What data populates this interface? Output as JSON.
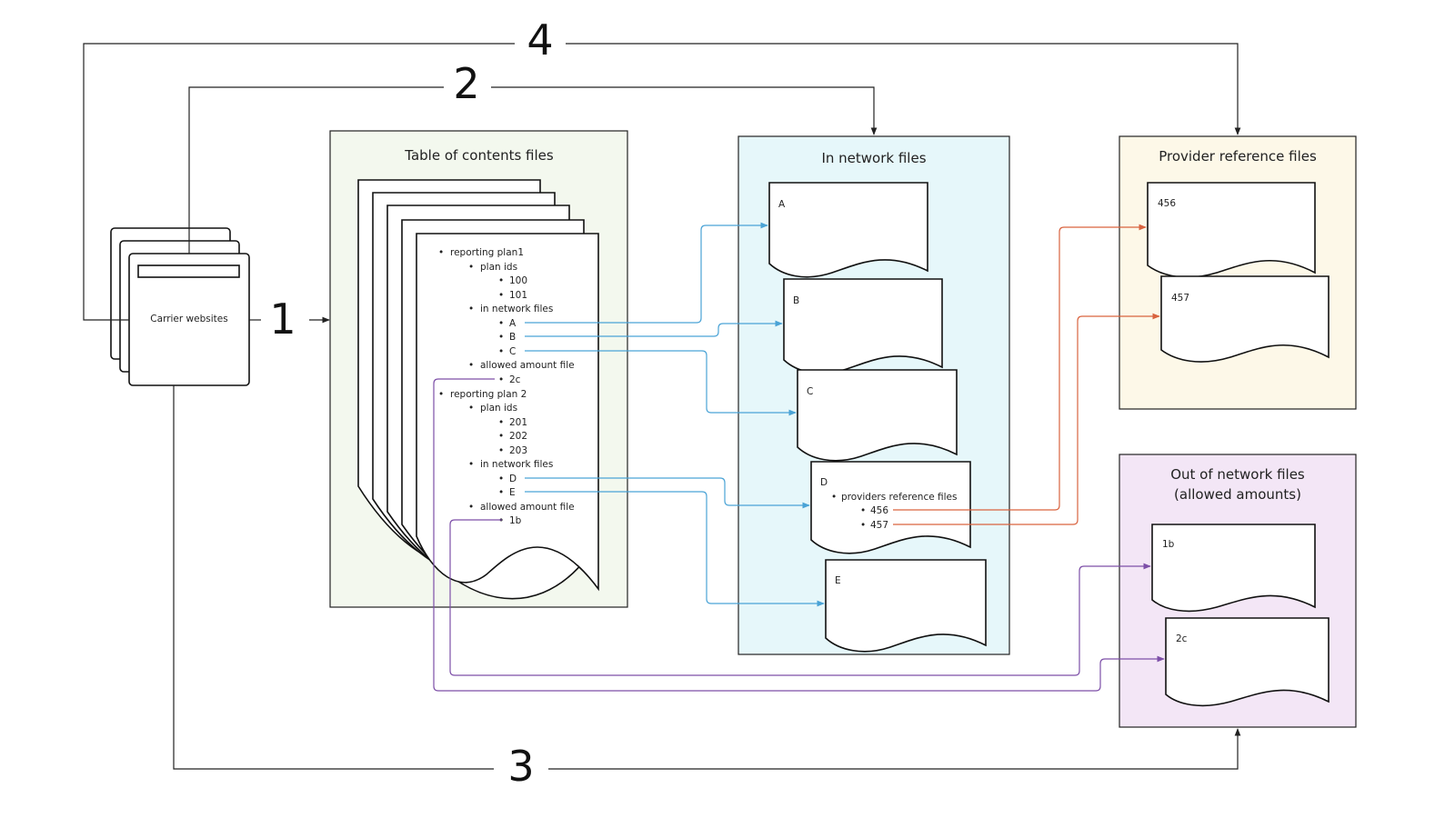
{
  "steps": {
    "s1": "1",
    "s2": "2",
    "s3": "3",
    "s4": "4"
  },
  "carrier": {
    "label": "Carrier websites"
  },
  "toc": {
    "title": "Table of contents files",
    "lines": [
      "reporting plan1",
      "plan ids",
      "100",
      "101",
      "in network files",
      "A",
      "B",
      "C",
      "allowed amount file",
      "2c",
      "reporting plan 2",
      "plan ids",
      "201",
      "202",
      "203",
      "in network files",
      "D",
      "E",
      "allowed amount file",
      "1b"
    ]
  },
  "in_network": {
    "title": "In network files",
    "docs": [
      "A",
      "B",
      "C",
      "D",
      "E"
    ],
    "d_heading": "providers reference files",
    "d_items": [
      "456",
      "457"
    ]
  },
  "provider_ref": {
    "title": "Provider reference files",
    "docs": [
      "456",
      "457"
    ]
  },
  "out_network": {
    "title_line1": "Out of network files",
    "title_line2": "(allowed amounts)",
    "docs": [
      "1b",
      "2c"
    ]
  },
  "colors": {
    "toc_panel": "#f3f8ee",
    "in_network_panel": "#e6f7fa",
    "provider_panel": "#fdf8e8",
    "out_network_panel": "#f3e6f6",
    "blue": "#4aa3d6",
    "orange": "#d9633f",
    "purple": "#7d4fa8"
  }
}
